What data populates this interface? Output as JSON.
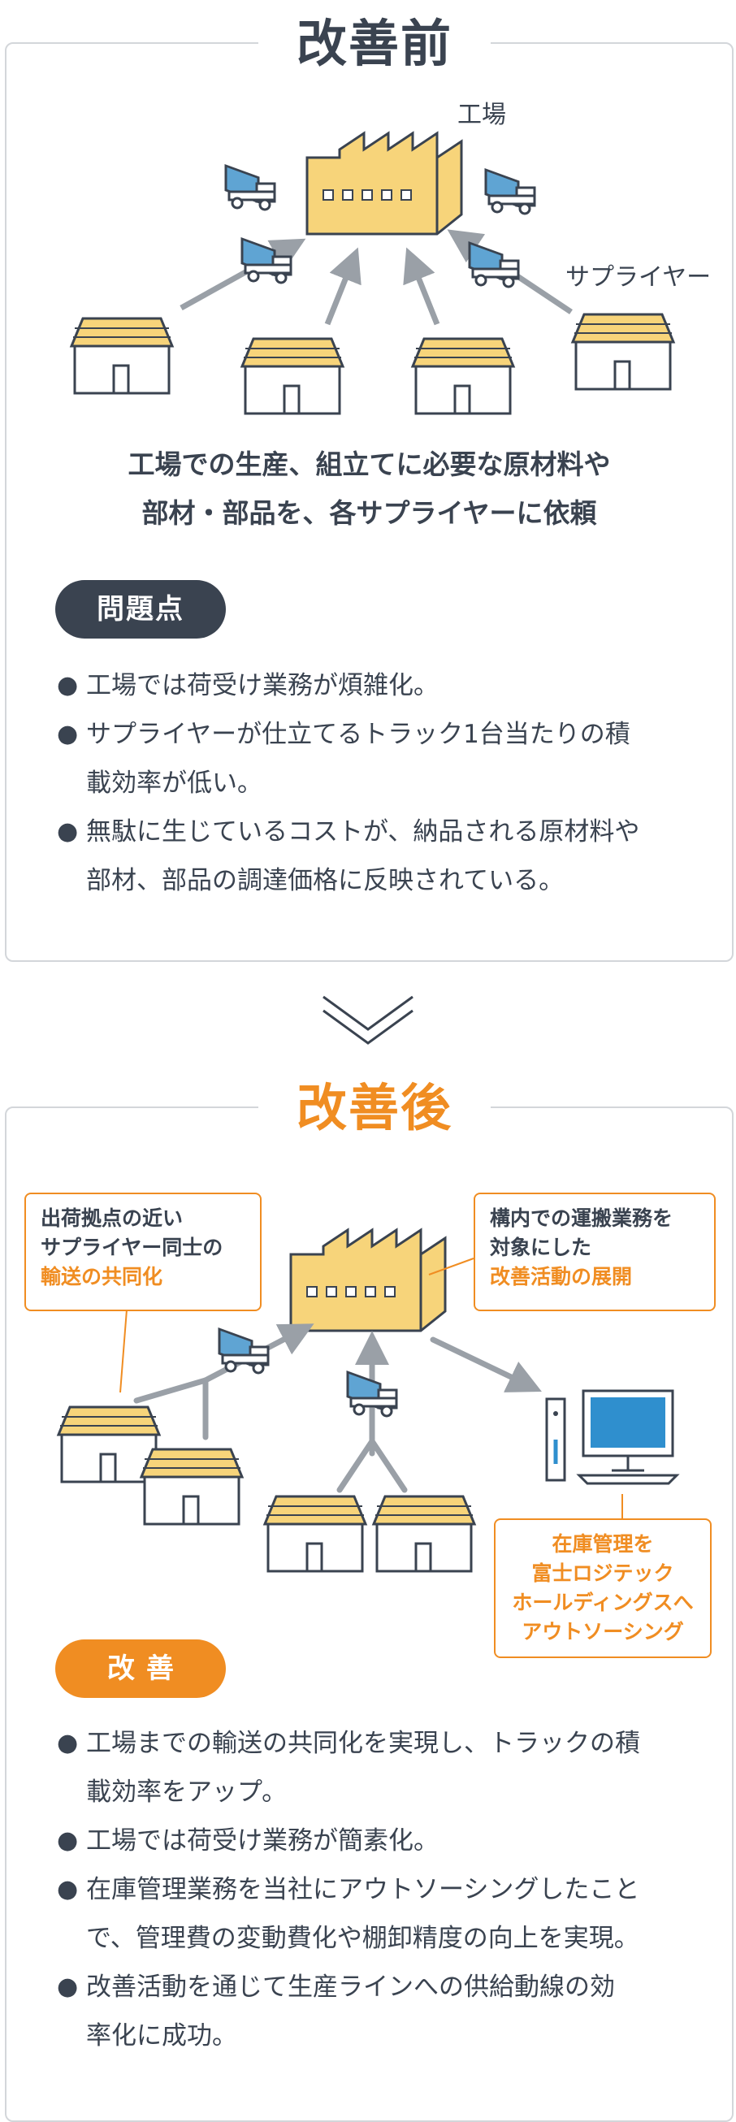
{
  "before": {
    "title": "改善前",
    "factory_label": "工場",
    "supplier_label": "サプライヤー",
    "caption": [
      "工場での生産、組立てに必要な原材料や",
      "部材・部品を、各サプライヤーに依頼"
    ],
    "badge": "問題点",
    "items": [
      "工場では荷受け業務が煩雑化。",
      "サプライヤーが仕立てるトラック1台当たりの積",
      "載効率が低い。",
      "無駄に生じているコストが、納品される原材料や",
      "部材、部品の調達価格に反映されている。"
    ]
  },
  "after": {
    "title": "改善後",
    "callout_left": {
      "line1": "出荷拠点の近い",
      "line2": "サプライヤー同士の",
      "highlight": "輸送の共同化"
    },
    "callout_right": {
      "line1": "構内での運搬業務を",
      "line2": "対象にした",
      "highlight": "改善活動の展開"
    },
    "callout_bottom": [
      "在庫管理を",
      "富士ロジテック",
      "ホールディングスへ",
      "アウトソーシング"
    ],
    "badge": "改善",
    "items": [
      "工場までの輸送の共同化を実現し、トラックの積",
      "載効率をアップ。",
      "工場では荷受け業務が簡素化。",
      "在庫管理業務を当社にアウトソーシングしたこと",
      "で、管理費の変動費化や棚卸精度の向上を実現。",
      "改善活動を通じて生産ラインへの供給動線の効",
      "率化に成功。"
    ]
  },
  "colors": {
    "dark": "#3a4350",
    "orange": "#f08d22",
    "yellow": "#f7d47a",
    "truck_blue": "#5fa4d3",
    "arrow_gray": "#9aa0a7",
    "monitor_blue": "#2f8fce"
  }
}
